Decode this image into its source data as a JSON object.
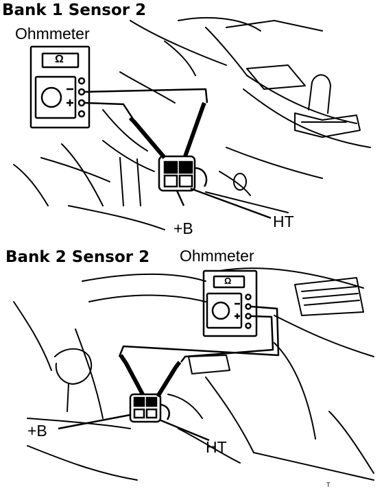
{
  "bank1": {
    "heading": "Bank 1 Sensor 2",
    "meter_label": "Ohmmeter",
    "meter_symbol": "Ω",
    "plus_terminal_label": "+B",
    "ht_terminal_label": "HT"
  },
  "bank2": {
    "heading": "Bank 2 Sensor 2",
    "meter_label": "Ohmmeter",
    "meter_symbol": "Ω",
    "plus_terminal_label": "+B",
    "ht_terminal_label": "HT"
  },
  "corner_mark": "T",
  "line_color": "#000000",
  "background_color": "#ffffff"
}
